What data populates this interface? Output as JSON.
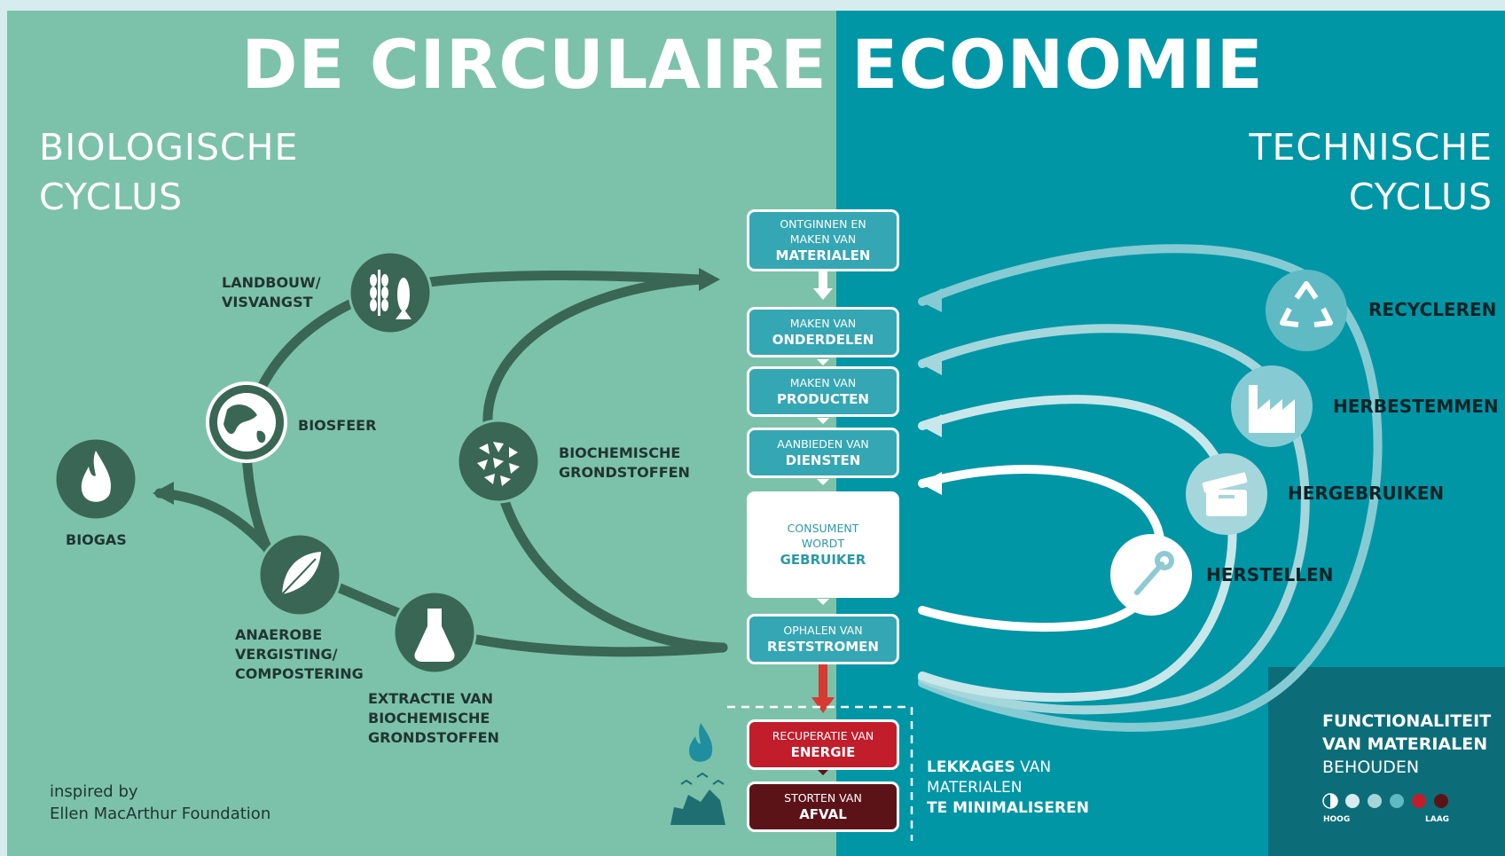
{
  "title": "DE CIRCULAIRE ECONOMIE",
  "left_heading": {
    "line1": "BIOLOGISCHE",
    "line2": "CYCLUS"
  },
  "right_heading": {
    "line1": "TECHNISCHE",
    "line2": "CYCLUS"
  },
  "biological": {
    "landbouw": {
      "line1": "LANDBOUW/",
      "line2": "VISVANGST",
      "icon": "wheat-fish-icon"
    },
    "biosfeer": {
      "label": "BIOSFEER",
      "icon": "globe-icon"
    },
    "biogas": {
      "label": "BIOGAS",
      "icon": "flame-icon"
    },
    "anaerobe": {
      "line1": "ANAEROBE",
      "line2": "VERGISTING/",
      "line3": "COMPOSTERING",
      "icon": "leaf-icon"
    },
    "extractie": {
      "line1": "EXTRACTIE VAN",
      "line2": "BIOCHEMISCHE",
      "line3": "GRONDSTOFFEN",
      "icon": "flask-icon"
    },
    "biochemische": {
      "line1": "BIOCHEMISCHE",
      "line2": "GRONDSTOFFEN",
      "icon": "granules-icon"
    }
  },
  "chain": {
    "ontginnen": {
      "line1": "ONTGINNEN EN",
      "line2": "MAKEN VAN",
      "bold": "MATERIALEN"
    },
    "onderdelen": {
      "line1": "MAKEN VAN",
      "bold": "ONDERDELEN"
    },
    "producten": {
      "line1": "MAKEN VAN",
      "bold": "PRODUCTEN"
    },
    "diensten": {
      "line1": "AANBIEDEN VAN",
      "bold": "DIENSTEN"
    },
    "consument": {
      "line1": "CONSUMENT",
      "line2": "WORDT",
      "bold": "GEBRUIKER"
    },
    "ophalen": {
      "line1": "OPHALEN VAN",
      "bold": "RESTSTROMEN"
    },
    "recuperatie": {
      "line1": "RECUPERATIE VAN",
      "bold": "ENERGIE"
    },
    "storten": {
      "line1": "STORTEN VAN",
      "bold": "AFVAL"
    }
  },
  "technical": {
    "recycleren": {
      "label": "RECYCLEREN",
      "icon": "recycle-icon"
    },
    "herbestemmen": {
      "label": "HERBESTEMMEN",
      "icon": "factory-icon"
    },
    "hergebruiken": {
      "label": "HERGEBRUIKEN",
      "icon": "box-icon"
    },
    "herstellen": {
      "label": "HERSTELLEN",
      "icon": "wrench-icon"
    }
  },
  "leakage": {
    "bold1": "LEKKAGES",
    "rest1": " VAN",
    "line2": "MATERIALEN",
    "bold3": "TE MINIMALISEREN"
  },
  "legend": {
    "line1": "FUNCTIONALITEIT",
    "line2": "VAN MATERIALEN",
    "line3": "BEHOUDEN",
    "high": "HOOG",
    "low": "LAAG",
    "swatches": [
      "#ffffff",
      "#d6ecee",
      "#a5d4d9",
      "#5fbac4",
      "#c11d2b",
      "#5c1318"
    ]
  },
  "credit": {
    "line1": "inspired by",
    "line2": "Ellen MacArthur Foundation"
  },
  "colors": {
    "bio_bg": "#7cc2aa",
    "tech_bg": "#0096a6",
    "bio_dark": "#3a6656",
    "legend_bg": "#0c6d79",
    "arrow_red": "#d63a30"
  }
}
